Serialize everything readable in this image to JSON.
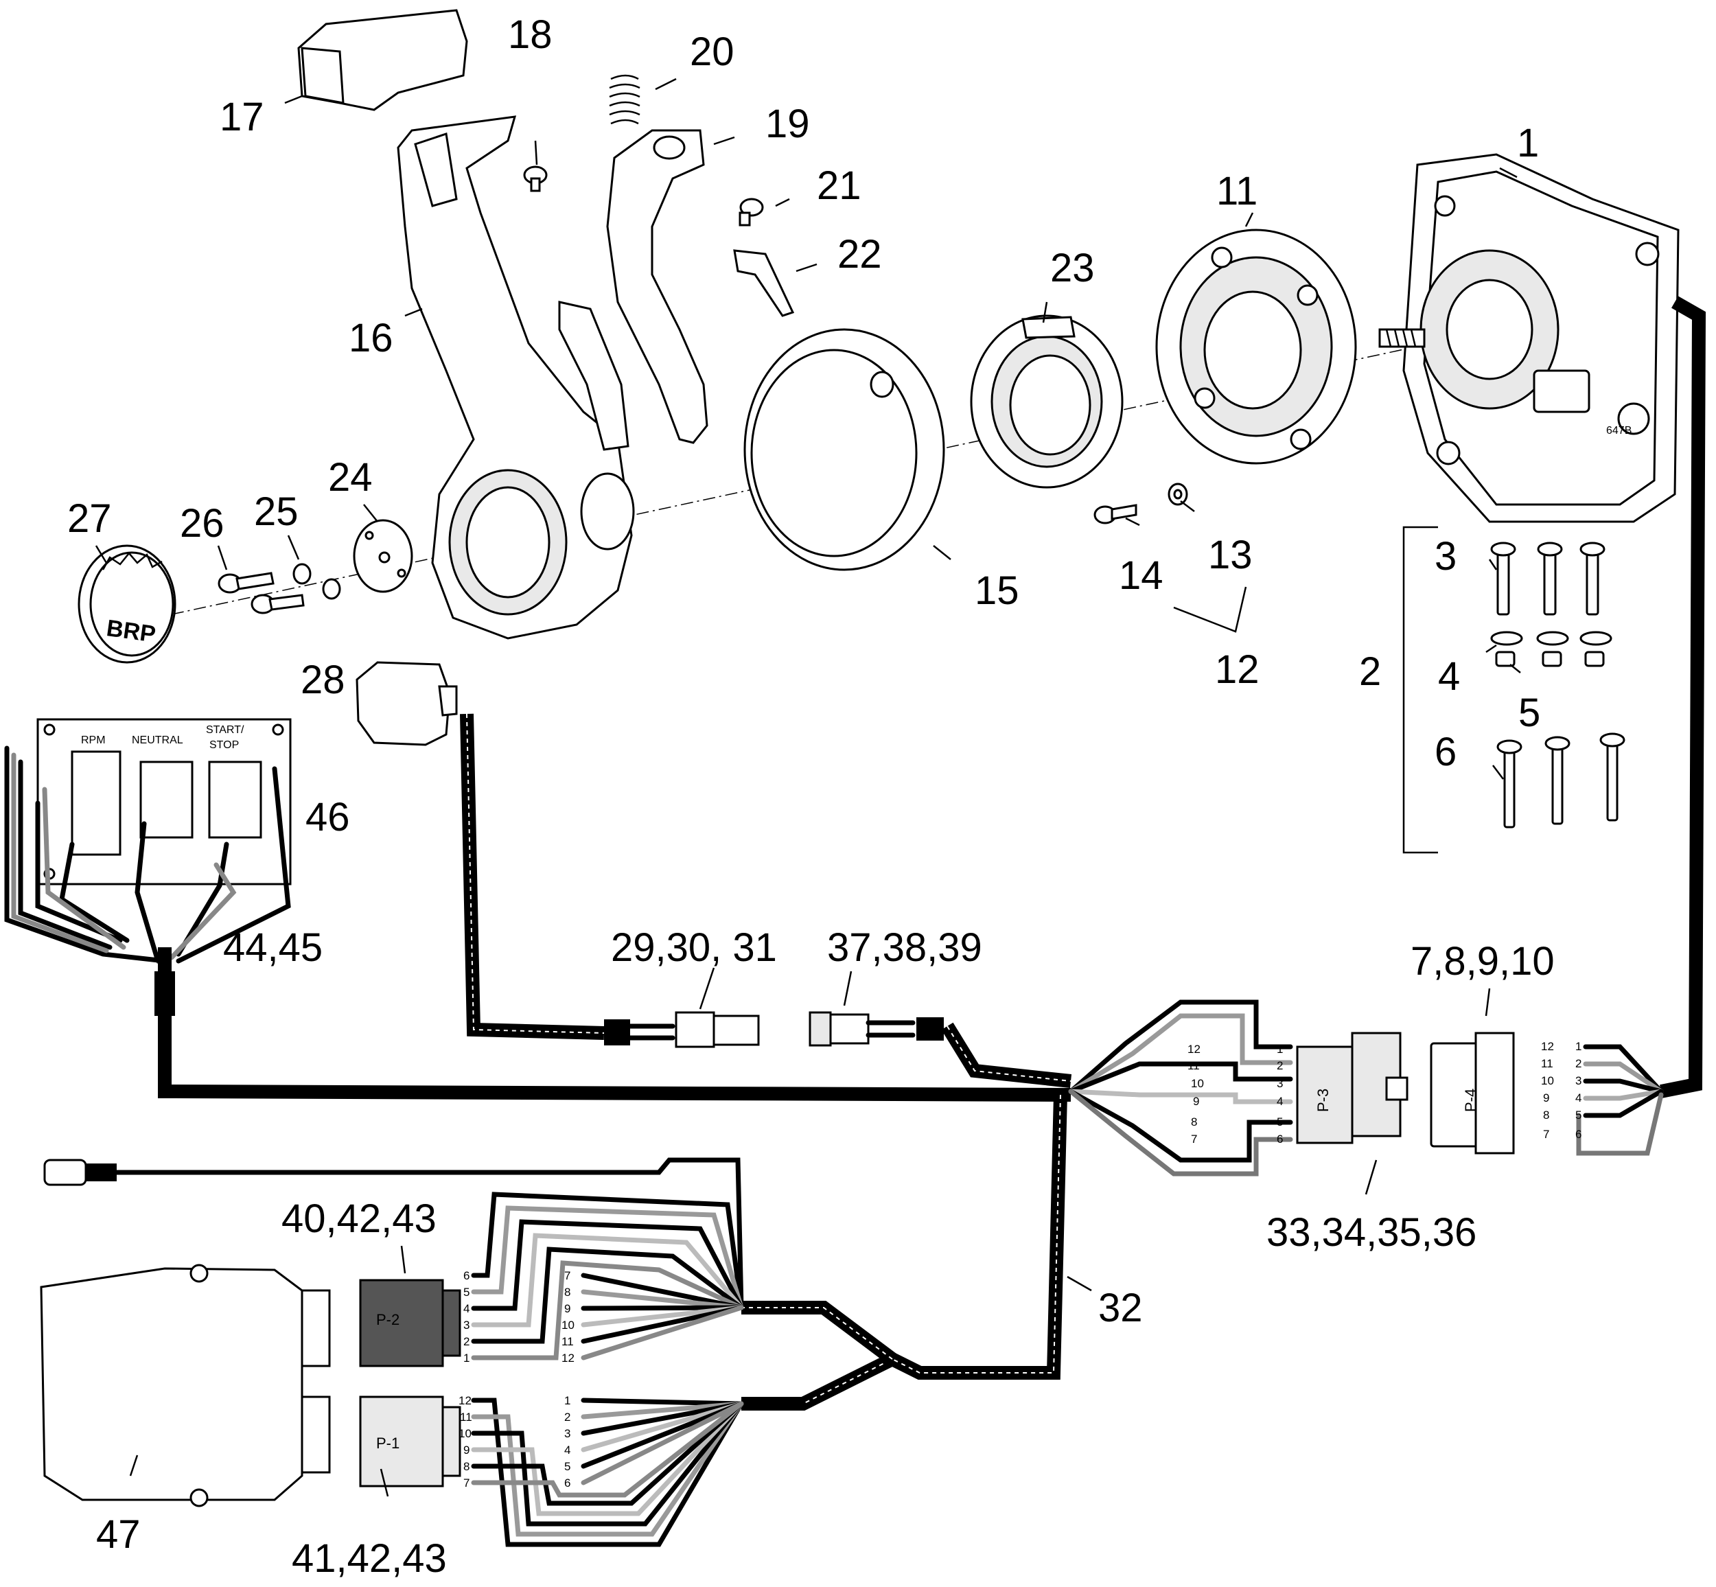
{
  "callouts": {
    "c1": "1",
    "c2": "2",
    "c3": "3",
    "c4": "4",
    "c5": "5",
    "c6": "6",
    "c7_10": "7,8,9,10",
    "c11": "11",
    "c12": "12",
    "c13": "13",
    "c14": "14",
    "c15": "15",
    "c16": "16",
    "c17": "17",
    "c18": "18",
    "c19": "19",
    "c20": "20",
    "c21": "21",
    "c22": "22",
    "c23": "23",
    "c24": "24",
    "c25": "25",
    "c26": "26",
    "c27": "27",
    "c28": "28",
    "c29_31": "29,30, 31",
    "c32": "32",
    "c33_36": "33,34,35,36",
    "c37_39": "37,38,39",
    "c40_43": "40,42,43",
    "c41_43": "41,42,43",
    "c44_45": "44,45",
    "c46": "46",
    "c47": "47"
  },
  "panel": {
    "rpm": "RPM",
    "neutral": "NEUTRAL",
    "start_stop_1": "START/",
    "start_stop_2": "STOP"
  },
  "connectors": {
    "p1": "P-1",
    "p2": "P-2",
    "p3": "P-3",
    "p4": "P-4"
  },
  "logo_text": "BRP",
  "housing_mark": "647B",
  "pins": {
    "p3_left": [
      "12",
      "11",
      "10",
      "9",
      "8",
      "7"
    ],
    "p3_right": [
      "1",
      "2",
      "3",
      "4",
      "5",
      "6"
    ],
    "p4_left": [
      "12",
      "11",
      "10",
      "9",
      "8",
      "7"
    ],
    "p4_right": [
      "1",
      "2",
      "3",
      "4",
      "5",
      "6"
    ],
    "p2_left": [
      "6",
      "5",
      "4",
      "3",
      "2",
      "1"
    ],
    "p2_right": [
      "7",
      "8",
      "9",
      "10",
      "11",
      "12"
    ],
    "p1_left": [
      "12",
      "11",
      "10",
      "9",
      "8",
      "7"
    ],
    "p1_right": [
      "1",
      "2",
      "3",
      "4",
      "5",
      "6"
    ]
  }
}
